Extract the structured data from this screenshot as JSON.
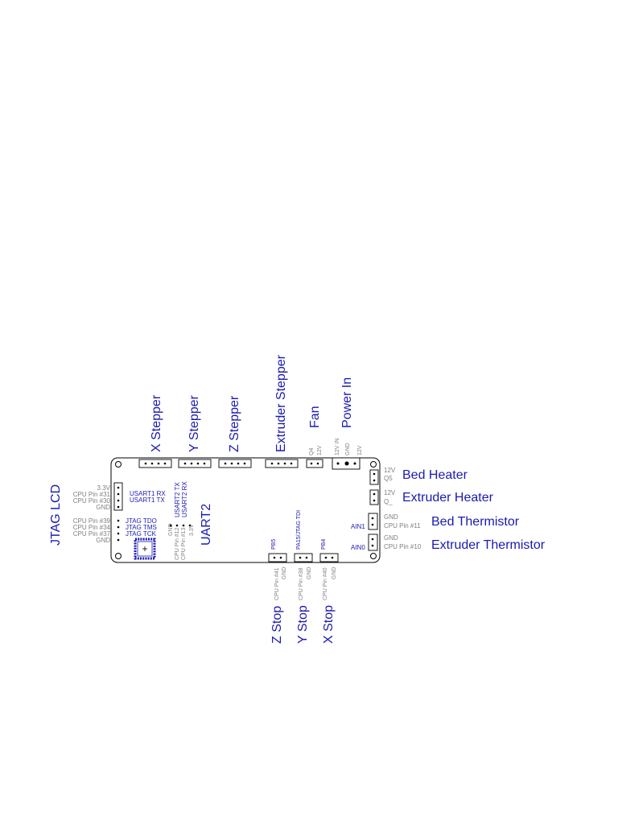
{
  "connectors_top": [
    {
      "label": "X Stepper"
    },
    {
      "label": "Y Stepper"
    },
    {
      "label": "Z Stepper"
    },
    {
      "label": "Extruder Stepper"
    },
    {
      "label": "Fan",
      "pins": [
        "Q4",
        "12V"
      ]
    },
    {
      "label": "Power In",
      "pins": [
        "12V IN",
        "GND",
        "12V"
      ]
    }
  ],
  "connectors_right": [
    {
      "label": "Bed Heater",
      "pins": [
        "12V",
        "Q5"
      ]
    },
    {
      "label": "Extruder Heater",
      "pins": [
        "12V",
        "Q_"
      ]
    },
    {
      "label": "Bed Thermistor",
      "pins": [
        "GND",
        "CPU Pin #11"
      ],
      "tag": "AIN1"
    },
    {
      "label": "Extruder Thermistor",
      "pins": [
        "GND",
        "CPU Pin #10"
      ],
      "tag": "AIN0"
    }
  ],
  "connectors_bottom": [
    {
      "label": "Z Stop",
      "tag": "PB5",
      "pins": [
        "CPU Pin #41",
        "GND"
      ]
    },
    {
      "label": "Y Stop",
      "tag": "PA15/JTAG TDI",
      "pins": [
        "CPU Pin #38",
        "GND"
      ]
    },
    {
      "label": "X Stop",
      "tag": "PB4",
      "pins": [
        "CPU Pin #40",
        "GND"
      ]
    }
  ],
  "left_header": {
    "label": "JTAG LCD",
    "lcd_pins": [
      "3.3V",
      "CPU Pin #31",
      "CPU Pin #30",
      "GND"
    ],
    "lcd_signals": [
      "USART1 RX",
      "USART1 TX"
    ],
    "jtag_pins": [
      "CPU Pin #39",
      "CPU Pin #34",
      "CPU Pin #37",
      "GND"
    ],
    "jtag_signals": [
      "JTAG TDO",
      "JTAG TMS",
      "JTAG TCK"
    ]
  },
  "uart2": {
    "label": "UART2",
    "pins": [
      "GND",
      "CPU Pin #12",
      "CPU Pin #13",
      "3.3V"
    ],
    "signals": [
      "USART2 TX",
      "USART2 RX"
    ]
  },
  "colors": {
    "label": "#1a1ab0",
    "pin_text": "#808080",
    "outline": "#000000"
  }
}
